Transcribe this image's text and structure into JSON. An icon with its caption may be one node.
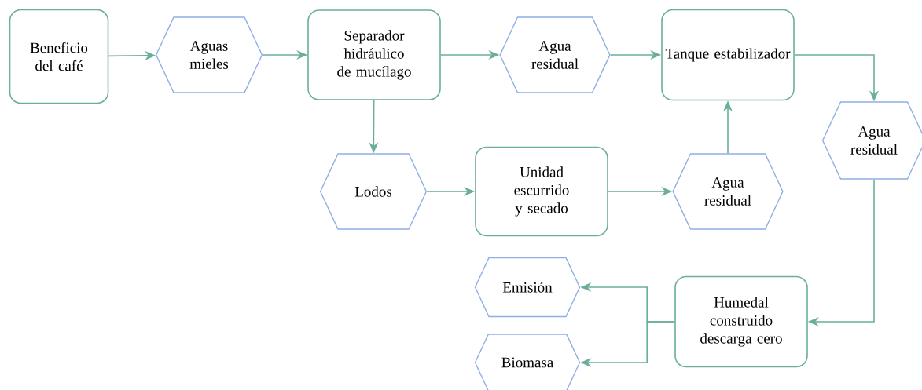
{
  "diagram": {
    "nodes": [
      {
        "text": [
          "Beneficio del café"
        ]
      },
      {
        "text": [
          "Aguas mieles"
        ]
      },
      {
        "text": [
          "Separador hidráulico de mucílago"
        ]
      },
      {
        "text": [
          "Agua residual"
        ]
      },
      {
        "text": [
          "Tanque estabilizador"
        ]
      },
      {
        "text": [
          "Agua residual"
        ]
      },
      {
        "text": [
          "Lodos"
        ]
      },
      {
        "text": [
          "Unidad escurrido y secado"
        ]
      },
      {
        "text": [
          "Agua residual"
        ]
      },
      {
        "text": [
          "Humedal construido descarga cero"
        ]
      },
      {
        "text": [
          "Emisión"
        ]
      },
      {
        "text": [
          "Biomasa"
        ]
      }
    ],
    "edges": [
      {
        "from": 0,
        "to": 1,
        "arrow": "to"
      },
      {
        "from": 1,
        "to": 2,
        "arrow": "to"
      },
      {
        "from": 2,
        "to": 3,
        "arrow": "to"
      },
      {
        "from": 3,
        "to": 4,
        "arrow": "to"
      },
      {
        "from": 4,
        "to": 5,
        "arrow": "to"
      },
      {
        "from": 2,
        "to": 6,
        "arrow": "to"
      },
      {
        "from": 6,
        "to": 7,
        "arrow": "to"
      },
      {
        "from": 7,
        "to": 8,
        "arrow": "to"
      },
      {
        "from": 8,
        "to": 4,
        "arrow": "to"
      },
      {
        "from": 5,
        "to": 9,
        "arrow": "to"
      },
      {
        "from": 9,
        "to": 10,
        "arrow": "to"
      },
      {
        "from": 9,
        "to": 11,
        "arrow": "to"
      }
    ]
  }
}
